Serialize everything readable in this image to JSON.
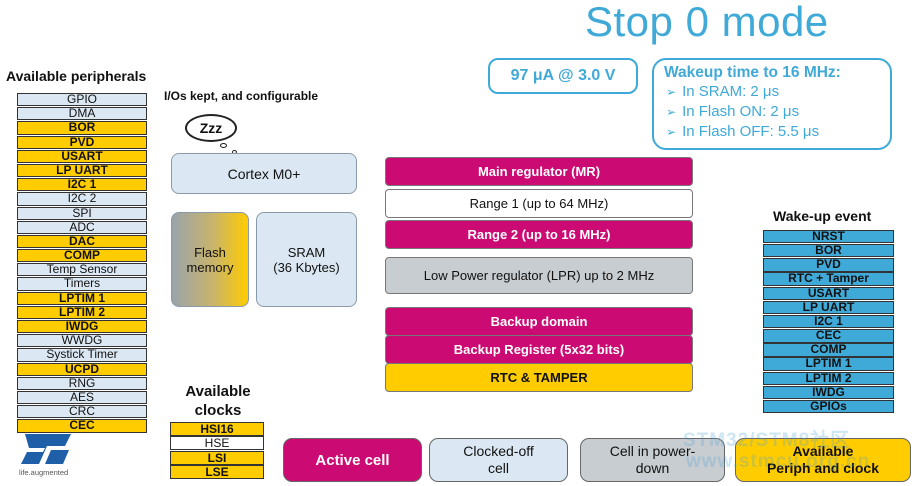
{
  "title": "Stop 0 mode",
  "power": "97 μA @ 3.0 V",
  "wakeup_time": {
    "title": "Wakeup time to 16 MHz:",
    "items": [
      "In SRAM:  2 μs",
      "In Flash ON:  2 μs",
      "In Flash OFF: 5.5 μs"
    ]
  },
  "peripherals": {
    "heading": "Available peripherals",
    "items": [
      {
        "label": "GPIO",
        "state": "clk"
      },
      {
        "label": "DMA",
        "state": "clk"
      },
      {
        "label": "BOR",
        "state": "act"
      },
      {
        "label": "PVD",
        "state": "act"
      },
      {
        "label": "USART",
        "state": "act"
      },
      {
        "label": "LP UART",
        "state": "act"
      },
      {
        "label": "I2C 1",
        "state": "act"
      },
      {
        "label": "I2C 2",
        "state": "clk"
      },
      {
        "label": "SPI",
        "state": "clk"
      },
      {
        "label": "ADC",
        "state": "clk"
      },
      {
        "label": "DAC",
        "state": "act"
      },
      {
        "label": "COMP",
        "state": "act"
      },
      {
        "label": "Temp Sensor",
        "state": "clk"
      },
      {
        "label": "Timers",
        "state": "clk"
      },
      {
        "label": "LPTIM 1",
        "state": "act"
      },
      {
        "label": "LPTIM 2",
        "state": "act"
      },
      {
        "label": "IWDG",
        "state": "act"
      },
      {
        "label": "WWDG",
        "state": "clk"
      },
      {
        "label": "Systick Timer",
        "state": "clk"
      },
      {
        "label": "UCPD",
        "state": "act"
      },
      {
        "label": "RNG",
        "state": "clk"
      },
      {
        "label": "AES",
        "state": "clk"
      },
      {
        "label": "CRC",
        "state": "clk"
      },
      {
        "label": "CEC",
        "state": "act"
      }
    ]
  },
  "io_note": "I/Os kept, and configurable",
  "sleep_bubble": "Zzz",
  "core": "Cortex M0+",
  "flash": {
    "line1": "Flash",
    "line2": "memory"
  },
  "sram": {
    "line1": "SRAM",
    "line2": "(36 Kbytes)"
  },
  "regulators": {
    "main": "Main regulator (MR)",
    "range1": "Range 1 (up to 64 MHz)",
    "range2": "Range 2 (up to 16 MHz)",
    "lpr": "Low Power regulator (LPR) up to 2 MHz",
    "backup_domain": "Backup domain",
    "backup_register": "Backup Register (5x32 bits)",
    "rtc": "RTC & TAMPER"
  },
  "wakeup_events": {
    "heading": "Wake-up event",
    "items": [
      "NRST",
      "BOR",
      "PVD",
      "RTC + Tamper",
      "USART",
      "LP UART",
      "I2C 1",
      "CEC",
      "COMP",
      "LPTIM 1",
      "LPTIM 2",
      "IWDG",
      "GPIOs"
    ]
  },
  "clocks": {
    "heading_line1": "Available",
    "heading_line2": "clocks",
    "items": [
      {
        "label": "HSI16",
        "state": "act"
      },
      {
        "label": "HSE",
        "state": "white"
      },
      {
        "label": "LSI",
        "state": "act"
      },
      {
        "label": "LSE",
        "state": "act"
      }
    ]
  },
  "legend": {
    "active": "Active cell",
    "clocked_off_1": "Clocked-off",
    "clocked_off_2": "cell",
    "power_down_1": "Cell in power-",
    "power_down_2": "down",
    "available_1": "Available",
    "available_2": "Periph and clock"
  },
  "logo_tagline": "life.augmented",
  "watermark": {
    "line1": "STM32/STM8社区",
    "line2": "www.stmcu.org.cn"
  },
  "colors": {
    "active": "#cc0a73",
    "clocked_off": "#dbe8f3",
    "power_down": "#c8cdd1",
    "available": "#ffcc00",
    "accent": "#3fa9d8"
  }
}
